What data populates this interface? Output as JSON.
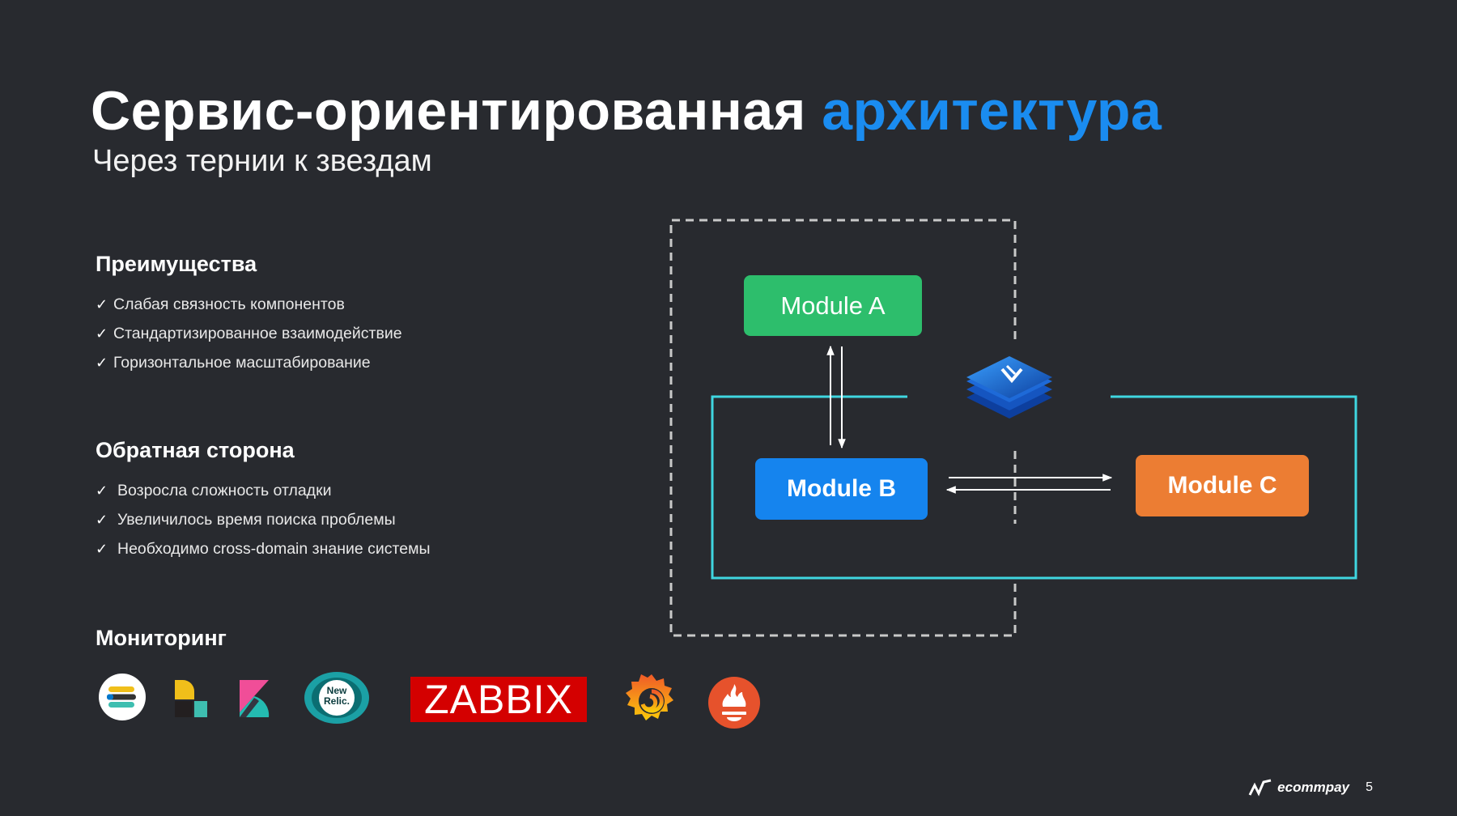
{
  "slide": {
    "title_main": "Сервис-ориентированная",
    "title_accent": "архитектура",
    "subtitle": "Через тернии к звездам",
    "page_number": "5",
    "brand": "ecommpay",
    "accent_color": "#1a8cf0"
  },
  "advantages": {
    "heading": "Преимущества",
    "items": [
      "Слабая связность компонентов",
      "Стандартизированное взаимодействие",
      "Горизонтальное масштабирование"
    ]
  },
  "drawbacks": {
    "heading": "Обратная сторона",
    "items": [
      "Возросла сложность отладки",
      "Увеличилось время поиска проблемы",
      "Необходимо cross-domain знание системы"
    ]
  },
  "monitoring": {
    "heading": "Мониторинг",
    "logos": [
      {
        "icon": "elastic-icon"
      },
      {
        "icon": "logstash-icon"
      },
      {
        "icon": "kibana-icon"
      },
      {
        "icon": "new-relic-icon",
        "text_line1": "New",
        "text_line2": "Relic."
      },
      {
        "icon": "zabbix-icon",
        "text": "ZABBIX"
      },
      {
        "icon": "grafana-icon"
      },
      {
        "icon": "prometheus-icon"
      }
    ]
  },
  "diagram": {
    "module_a": {
      "label": "Module A",
      "color": "#2dbe6c"
    },
    "module_b": {
      "label": "Module B",
      "color": "#1584ee"
    },
    "module_c": {
      "label": "Module C",
      "color": "#ec7d33"
    },
    "cyan_box_color": "#3fd6e0",
    "dashed_box_color": "#c9c9c9",
    "center_icon": "layers-stack-icon"
  }
}
